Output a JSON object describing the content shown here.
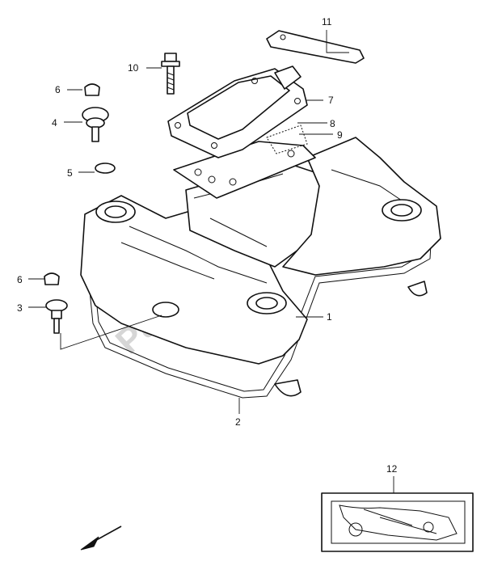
{
  "watermark": "Partsrepublik",
  "callouts": {
    "c1": "1",
    "c2": "2",
    "c3": "3",
    "c4": "4",
    "c5": "5",
    "c6a": "6",
    "c6b": "6",
    "c7": "7",
    "c8": "8",
    "c9": "9",
    "c10": "10",
    "c11": "11",
    "c12": "12"
  },
  "icons": {
    "direction": "front-direction-arrow-icon"
  }
}
